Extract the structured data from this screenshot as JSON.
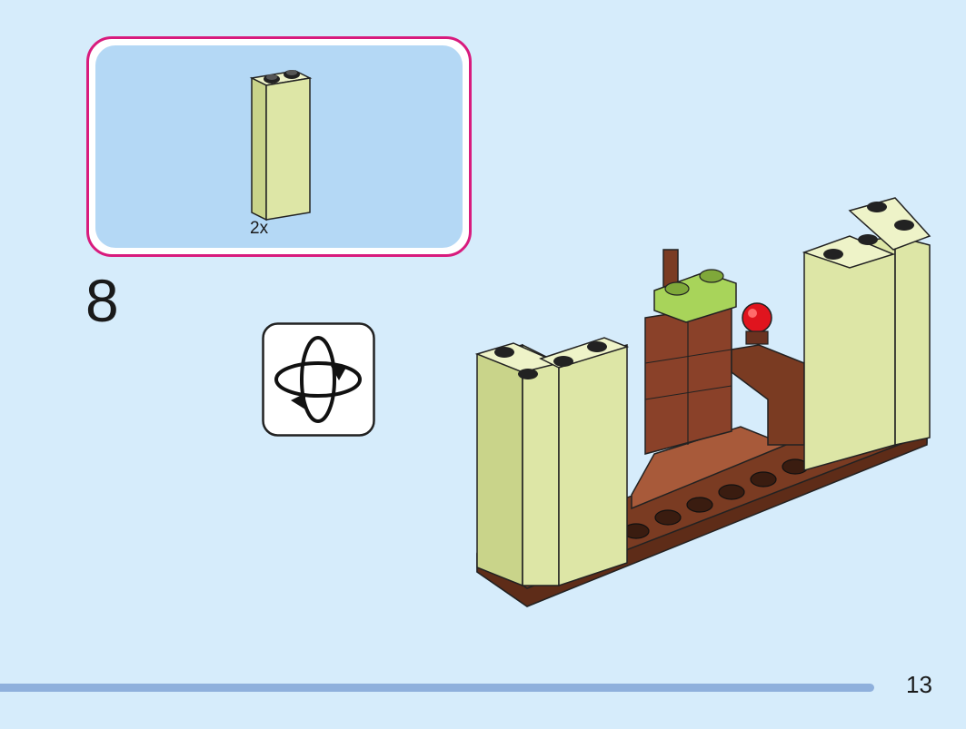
{
  "parts_callout": {
    "quantity": "2x",
    "part_color": "#dde6a6",
    "border_color": "#d81b7d"
  },
  "step": {
    "number": "8"
  },
  "icons": {
    "rotate": "rotate-model-icon"
  },
  "footer": {
    "page_number": "13",
    "progress_color": "#8fb0dc"
  }
}
